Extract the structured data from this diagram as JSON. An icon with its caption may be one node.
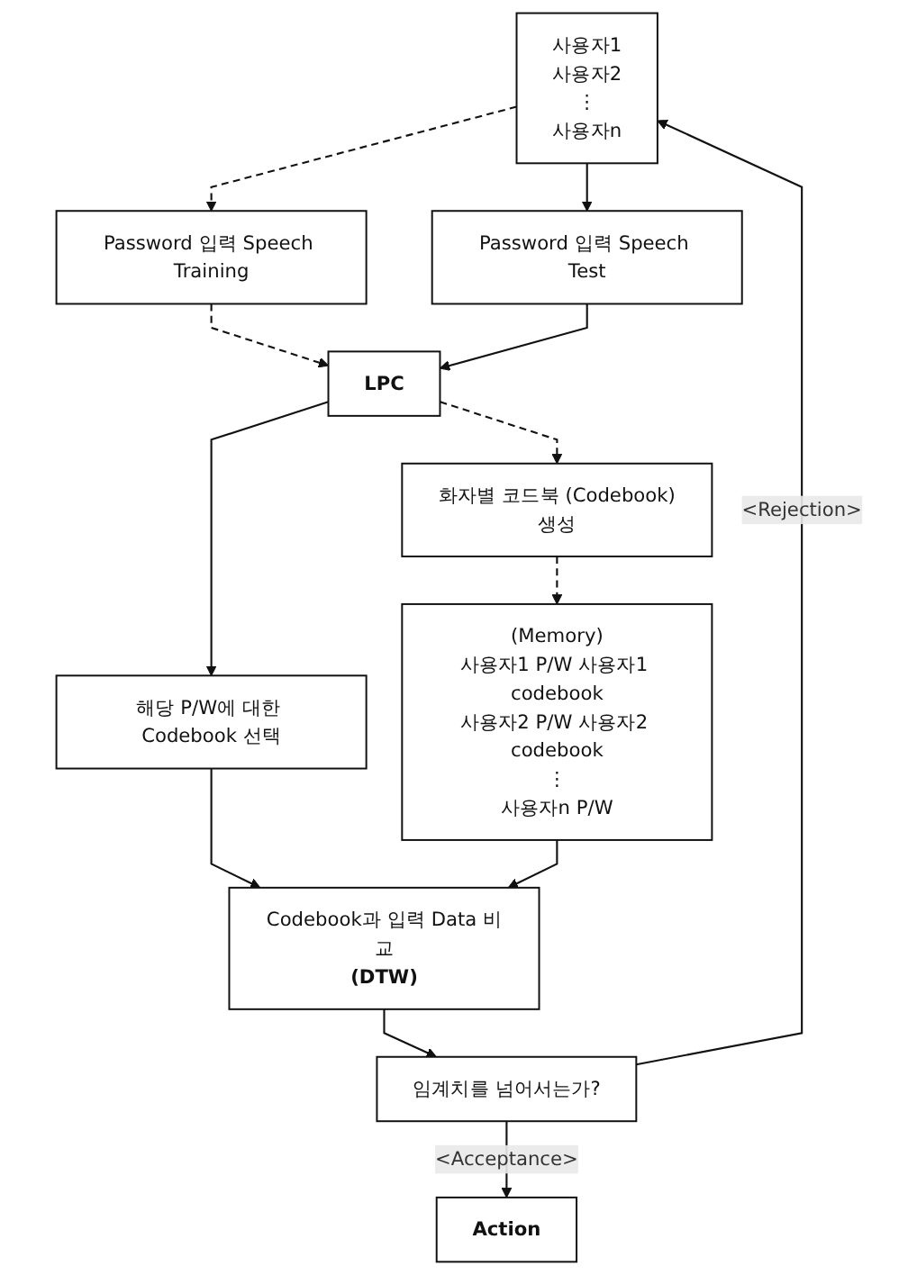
{
  "diagram": {
    "nodes": [
      {
        "text": [
          "사용자1",
          "사용자2",
          "⋮",
          "사용자n"
        ]
      },
      {
        "text": [
          "Password 입력 Speech Training"
        ]
      },
      {
        "text": [
          "Password 입력 Speech Test"
        ]
      },
      {
        "text": [
          "LPC"
        ]
      },
      {
        "text": [
          "화자별 코드북 (Codebook)생성"
        ]
      },
      {
        "text": [
          "해당 P/W에 대한 Codebook 선택"
        ]
      },
      {
        "text": [
          "(Memory)",
          "사용자1 P/W 사용자1 codebook",
          "사용자2 P/W 사용자2 codebook",
          "⋮",
          "사용자n P/W"
        ]
      },
      {
        "text": [
          "Codebook과 입력 Data 비교",
          "(DTW)"
        ]
      },
      {
        "text": [
          "임계치를 넘어서는가?"
        ]
      },
      {
        "text": [
          "Action"
        ]
      }
    ],
    "edges": [
      {
        "from": 0,
        "to": 1,
        "arrow": "to",
        "style": "dashed"
      },
      {
        "from": 1,
        "to": 3,
        "arrow": "to",
        "style": "dashed"
      },
      {
        "from": 0,
        "to": 2,
        "arrow": "to"
      },
      {
        "from": 2,
        "to": 3,
        "arrow": "to"
      },
      {
        "from": 3,
        "to": 4,
        "arrow": "to",
        "style": "dashed"
      },
      {
        "from": 3,
        "to": 5,
        "arrow": "to"
      },
      {
        "from": 4,
        "to": 6,
        "arrow": "to",
        "style": "dashed"
      },
      {
        "from": 5,
        "to": 7,
        "arrow": "to"
      },
      {
        "from": 6,
        "to": 7,
        "arrow": "to"
      },
      {
        "from": 7,
        "to": 8,
        "arrow": "to"
      },
      {
        "from": 8,
        "to": 0,
        "arrow": "to",
        "label": "<Rejection>"
      },
      {
        "from": 8,
        "to": 9,
        "arrow": "to",
        "label": "<Acceptance>"
      }
    ]
  }
}
